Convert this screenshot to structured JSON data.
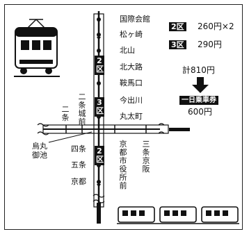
{
  "stations_north": [
    "国際会館",
    "松ヶ崎",
    "北山",
    "北大路",
    "鞍馬口",
    "今出川",
    "丸太町"
  ],
  "stations_south": [
    "四条",
    "五条",
    "京都"
  ],
  "west_labels": {
    "nijo": "二条",
    "ichijo": "二条城前",
    "karasuma": [
      "烏丸",
      "御池"
    ]
  },
  "east_labels": {
    "kyoto_city_hall": "京都市役所前",
    "sanjo_keihan": "三条京阪"
  },
  "zone_labels": {
    "upper": "2区",
    "middle": "3区",
    "lower": "2区"
  },
  "fares": {
    "zone2_tag": "2区",
    "zone2_price": "260円×2",
    "zone3_tag": "3区",
    "zone3_price": "290円",
    "total": "計810円",
    "pass_tag": "一日乗車券",
    "pass_price": "600円"
  },
  "colors": {
    "ink": "#111111",
    "rail": "#333333",
    "paper": "#ffffff"
  },
  "icons": [
    "tram-icon",
    "down-arrow-icon",
    "train-cars-icon"
  ]
}
